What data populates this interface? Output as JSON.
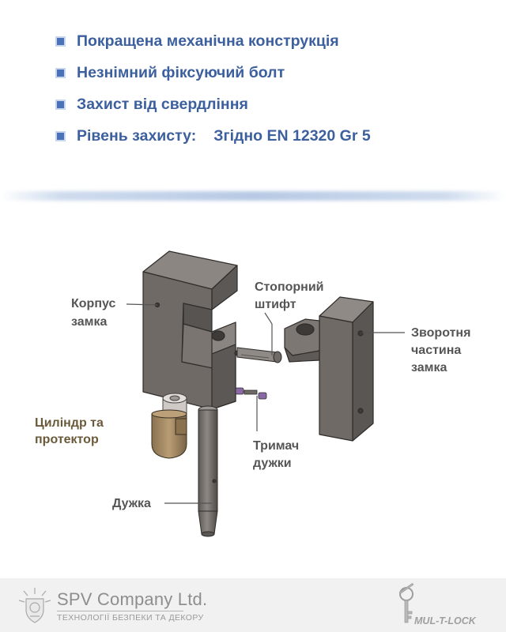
{
  "features": [
    {
      "text": "Покращена механічна конструкція"
    },
    {
      "text": "Незнімний фіксуючий болт"
    },
    {
      "text": "Захист від свердління"
    },
    {
      "text": "Рівень захисту:",
      "value": "Згідно EN 12320 Gr 5"
    }
  ],
  "labels": {
    "body": [
      "Корпус",
      "замка"
    ],
    "pin": [
      "Стопорний",
      "штифт"
    ],
    "back": [
      "Зворотня",
      "частина",
      "замка"
    ],
    "cylinder": [
      "Циліндр та",
      "протектор"
    ],
    "holder": [
      "Тримач",
      "дужки"
    ],
    "shackle": [
      "Дужка"
    ]
  },
  "footer": {
    "company": "SPV Company Ltd.",
    "tagline": "ТЕХНОЛОГІЇ БЕЗПЕКИ ТА ДЕКОРУ",
    "brand": "MUL-T-LOCK"
  },
  "colors": {
    "feature_text": "#3c5f9e",
    "label_text": "#555555",
    "cylinder_label": "#6b5a3a",
    "part_metal": "#6f6a66",
    "cylinder_bronze": "#a48a63"
  }
}
